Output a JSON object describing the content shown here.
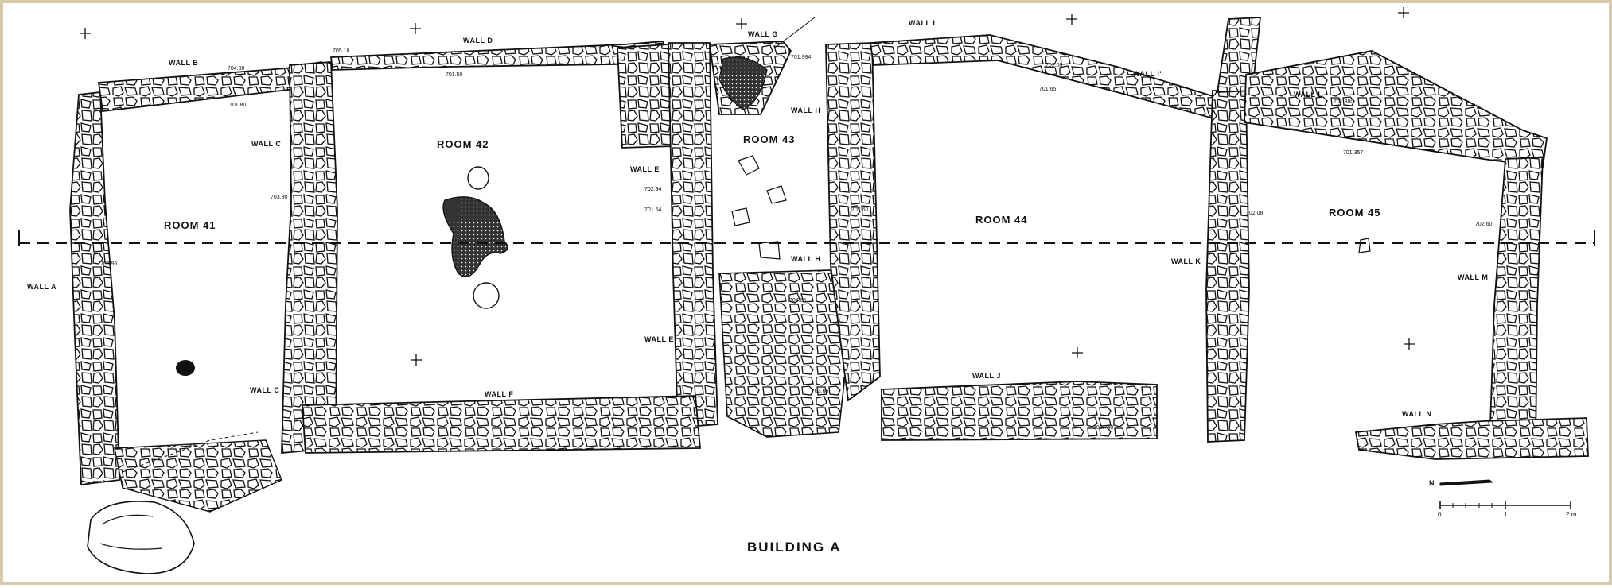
{
  "title": "BUILDING A",
  "rooms": [
    {
      "id": "room-41",
      "label": "ROOM 41"
    },
    {
      "id": "room-42",
      "label": "ROOM 42"
    },
    {
      "id": "room-43",
      "label": "ROOM 43"
    },
    {
      "id": "room-44",
      "label": "ROOM 44"
    },
    {
      "id": "room-45",
      "label": "ROOM 45"
    }
  ],
  "walls": [
    {
      "id": "wall-a",
      "label": "WALL A"
    },
    {
      "id": "wall-b",
      "label": "WALL B"
    },
    {
      "id": "wall-c-upper",
      "label": "WALL C"
    },
    {
      "id": "wall-c-lower",
      "label": "WALL C"
    },
    {
      "id": "wall-d",
      "label": "WALL D"
    },
    {
      "id": "wall-e-upper",
      "label": "WALL E"
    },
    {
      "id": "wall-e-lower",
      "label": "WALL E"
    },
    {
      "id": "wall-f",
      "label": "WALL F"
    },
    {
      "id": "wall-g",
      "label": "WALL G"
    },
    {
      "id": "wall-h-upper",
      "label": "WALL H"
    },
    {
      "id": "wall-h-lower",
      "label": "WALL H"
    },
    {
      "id": "wall-i",
      "label": "WALL I"
    },
    {
      "id": "wall-i-prime",
      "label": "WALL I'"
    },
    {
      "id": "wall-j",
      "label": "WALL J"
    },
    {
      "id": "wall-k",
      "label": "WALL K"
    },
    {
      "id": "wall-l",
      "label": "WALL L"
    },
    {
      "id": "wall-m",
      "label": "WALL M"
    },
    {
      "id": "wall-n",
      "label": "WALL N"
    }
  ],
  "elevations": [
    "704.80",
    "701.80",
    "705.10",
    "701.50",
    "701.984",
    "702.08",
    "701.65",
    "701.380",
    "701.357",
    "703.30",
    "703.95",
    "702.94",
    "701.54",
    "702.60",
    "702.08",
    "702.60",
    "704.65",
    "703.65",
    "700.748"
  ],
  "north_label": "N",
  "scale": {
    "ticks": [
      "0",
      "1",
      "2 m"
    ]
  }
}
